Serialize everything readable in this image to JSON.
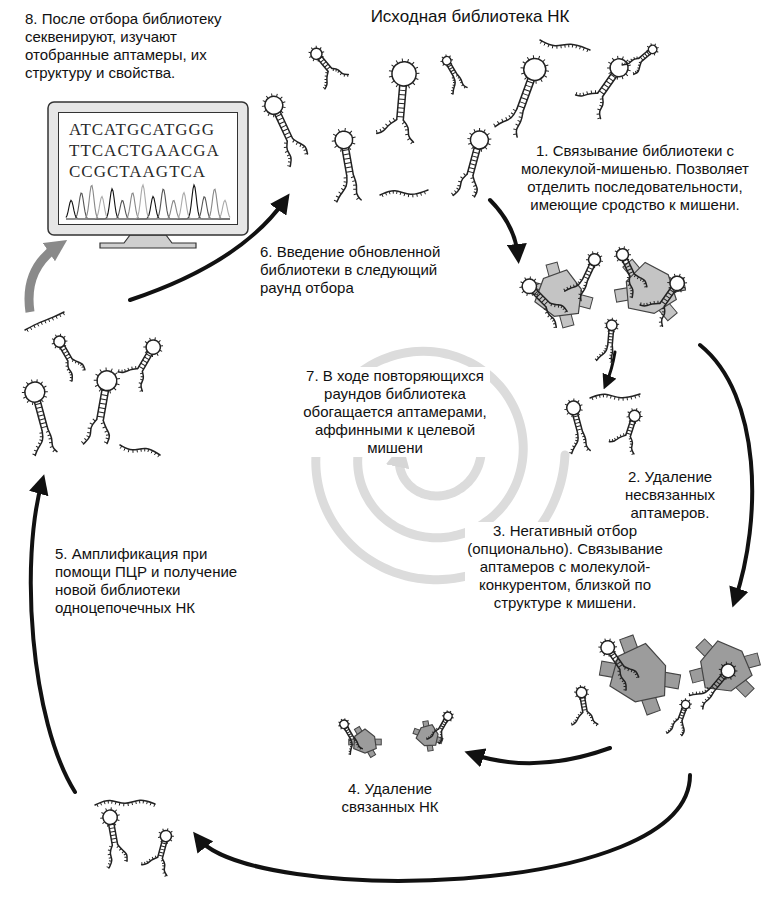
{
  "diagram": {
    "title": "Исходная библиотека НК",
    "nodes": [
      {
        "text": [
          "ATCATGCATGGG",
          "TTCACTGAACGA",
          "CCGCTAAGTCA"
        ]
      }
    ],
    "labels": [
      "8. После отбора библиотеку секвенируют, изучают отобранные аптамеры, их структуру и свойства.",
      "1. Связывание библиотеки с молекулой-мишенью. Позволяет отделить последовательности, имеющие сродство к мишени.",
      "6. Введение обновленной библиотеки в следующий раунд отбора",
      "7. В ходе повторяющихся раундов библиотека обогащается аптамерами, аффинными к целевой мишени",
      "2. Удаление несвязанных аптамеров.",
      "3. Негативный отбор (опционально). Связывание аптамеров с молекулой-конкурентом, близкой по структуре к мишени.",
      "5. Амплификация при помощи ПЦР и получение новой библиотеки одноцепочечных НК",
      "4. Удаление связанных НК"
    ]
  }
}
